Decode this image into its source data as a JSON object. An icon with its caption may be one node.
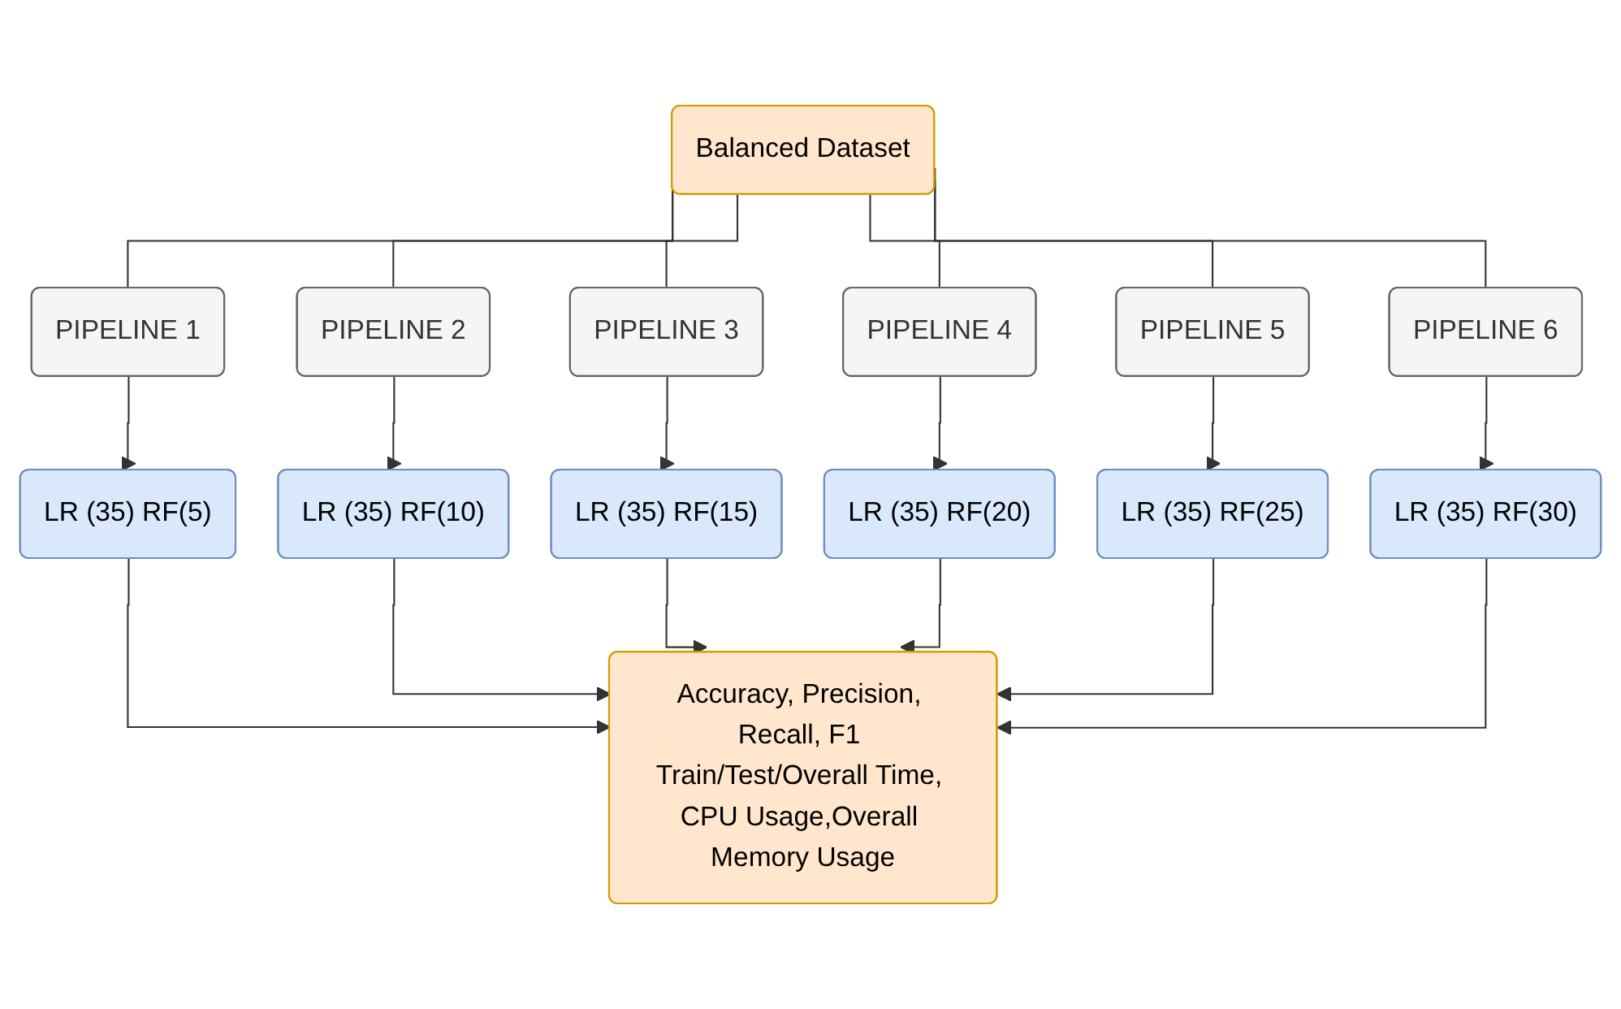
{
  "diagram": {
    "nodes": [
      {
        "text": [
          "Balanced Dataset"
        ]
      },
      {
        "text": [
          "PIPELINE 1"
        ]
      },
      {
        "text": [
          "PIPELINE 2"
        ]
      },
      {
        "text": [
          "PIPELINE 3"
        ]
      },
      {
        "text": [
          "PIPELINE 4"
        ]
      },
      {
        "text": [
          "PIPELINE 5"
        ]
      },
      {
        "text": [
          "PIPELINE 6"
        ]
      },
      {
        "text": [
          "LR (35) RF(5)"
        ]
      },
      {
        "text": [
          "LR (35) RF(10)"
        ]
      },
      {
        "text": [
          "LR (35) RF(15)"
        ]
      },
      {
        "text": [
          "LR (35) RF(20)"
        ]
      },
      {
        "text": [
          "LR (35) RF(25)"
        ]
      },
      {
        "text": [
          "LR (35) RF(30)"
        ]
      },
      {
        "text": [
          "Accuracy, Precision, Recall, F1 Train/Test/Overall Time, CPU Usage,Overall Memory Usage"
        ]
      }
    ],
    "edges": [
      {
        "from": 0,
        "to": 1,
        "arrow": "none"
      },
      {
        "from": 0,
        "to": 2,
        "arrow": "none"
      },
      {
        "from": 0,
        "to": 3,
        "arrow": "none"
      },
      {
        "from": 0,
        "to": 4,
        "arrow": "none"
      },
      {
        "from": 0,
        "to": 5,
        "arrow": "none"
      },
      {
        "from": 0,
        "to": 6,
        "arrow": "none"
      },
      {
        "from": 1,
        "to": 7,
        "arrow": "to"
      },
      {
        "from": 2,
        "to": 8,
        "arrow": "to"
      },
      {
        "from": 3,
        "to": 9,
        "arrow": "to"
      },
      {
        "from": 4,
        "to": 10,
        "arrow": "to"
      },
      {
        "from": 5,
        "to": 11,
        "arrow": "to"
      },
      {
        "from": 6,
        "to": 12,
        "arrow": "to"
      },
      {
        "from": 7,
        "to": 13,
        "arrow": "to"
      },
      {
        "from": 8,
        "to": 13,
        "arrow": "to"
      },
      {
        "from": 9,
        "to": 13,
        "arrow": "to"
      },
      {
        "from": 10,
        "to": 13,
        "arrow": "to"
      },
      {
        "from": 11,
        "to": 13,
        "arrow": "to"
      },
      {
        "from": 12,
        "to": 13,
        "arrow": "to"
      }
    ]
  }
}
